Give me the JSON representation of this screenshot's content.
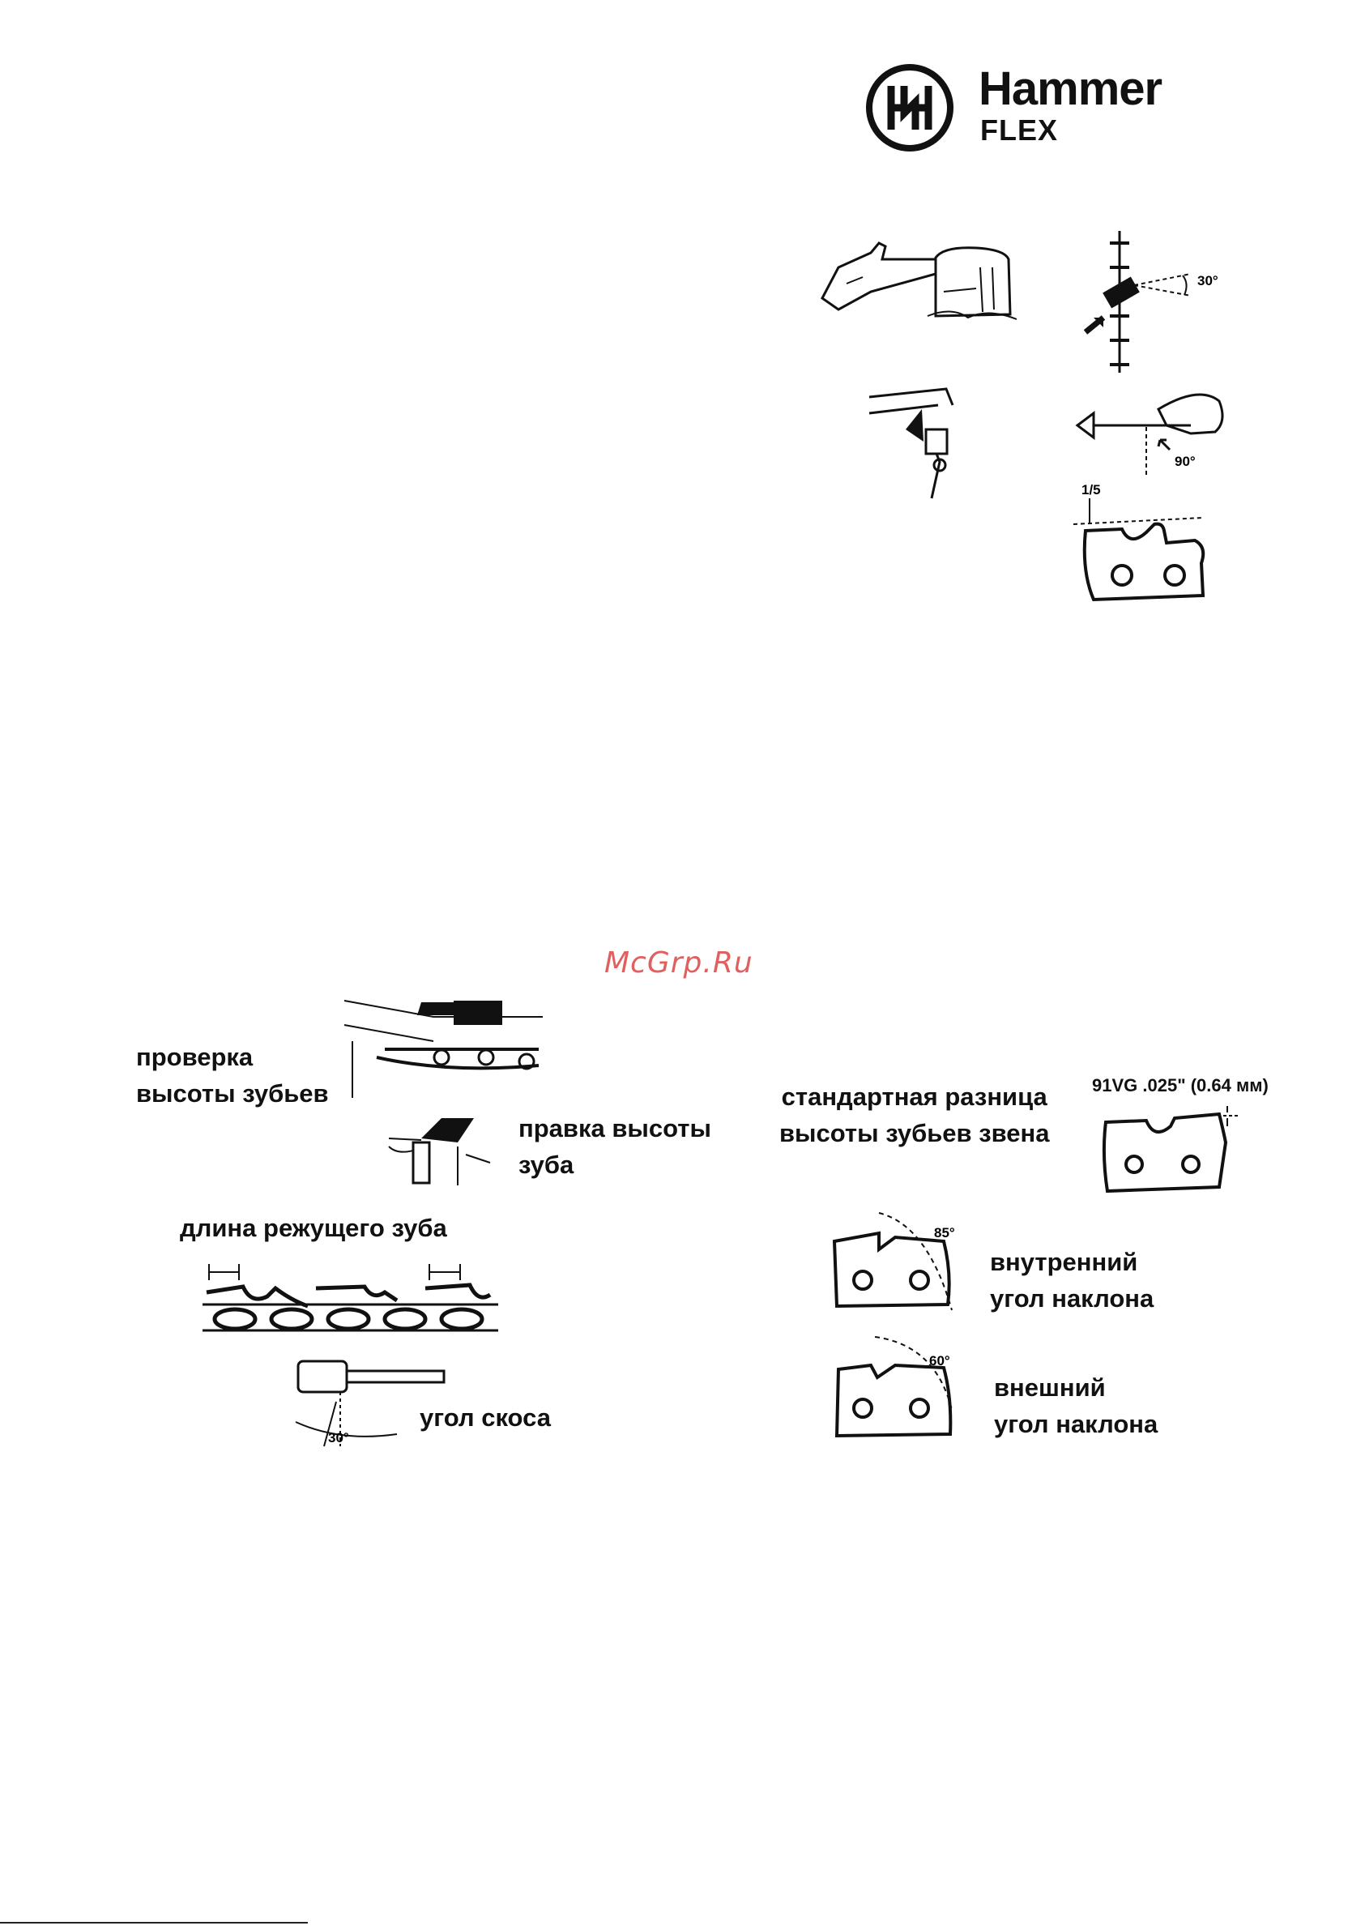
{
  "brand": {
    "name": "Hammer",
    "sub": "FLEX"
  },
  "watermark": "McGrp.Ru",
  "top_figures": {
    "angle_30": "30°",
    "angle_90": "90°",
    "ratio": "1/5"
  },
  "labels": {
    "tooth_height_check": [
      "проверка",
      "высоты зубьев"
    ],
    "tooth_height_adjust": [
      "правка высоты",
      "зуба"
    ],
    "cutter_length": "длина режущего зуба",
    "bevel_angle": "угол скоса",
    "bevel_angle_value": "30°",
    "standard_diff": [
      "стандартная разница",
      "высоты зубьев звена"
    ],
    "standard_diff_value": "91VG .025\" (0.64 мм)",
    "inner_tilt": [
      "внутренний",
      "угол наклона"
    ],
    "inner_tilt_value": "85°",
    "outer_tilt": [
      "внешний",
      "угол наклона"
    ],
    "outer_tilt_value": "60°"
  }
}
